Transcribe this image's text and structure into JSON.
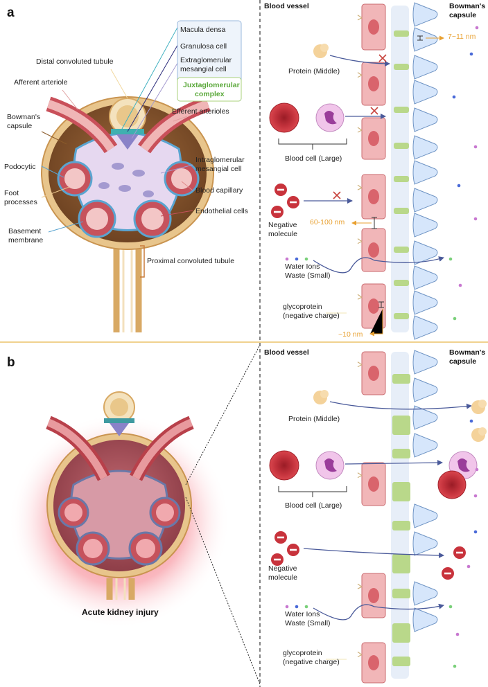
{
  "panels": {
    "a": "a",
    "b": "b"
  },
  "labels_a": {
    "macula_densa": "Macula densa",
    "granulosa_cell": "Granulosa cell",
    "extraglomerular_1": "Extraglomerular",
    "extraglomerular_2": "mesangial cell",
    "jg_1": "Juxtaglomerular",
    "jg_2": "complex",
    "distal_tubule": "Distal convoluted tubule",
    "afferent": "Afferent arteriole",
    "efferent": "Efferent arterioles",
    "bowman_1": "Bowman's",
    "bowman_2": "capsule",
    "podocytic": "Podocytic",
    "intraglomerular_1": "Intraglomerular",
    "intraglomerular_2": "mesangial cell",
    "blood_capillary": "Blood capillary",
    "foot_1": "Foot",
    "foot_2": "processes",
    "endothelial": "Endothelial cells",
    "basement_1": "Basement",
    "basement_2": "membrane",
    "proximal_tubule": "Proximal convoluted tubule"
  },
  "filtration": {
    "blood_vessel": "Blood vessel",
    "bowman_1": "Bowman's",
    "bowman_2": "capsule",
    "protein": "Protein (Middle)",
    "blood_cell": "Blood cell (Large)",
    "negative_1": "Negative",
    "negative_2": "molecule",
    "water_1": "Water Ions",
    "water_2": "Waste (Small)",
    "glyco_1": "glycoprotein",
    "glyco_2": "(negative charge)",
    "pore_size": "7~11 nm",
    "gap_size": "60-100 nm",
    "fenestra_size": "~10 nm"
  },
  "label_b": "Acute kidney injury",
  "colors": {
    "orange": "#e8a030",
    "green": "#5aa83a",
    "podocyte": "#d6e6fb",
    "podocyte_edge": "#6f94c4",
    "endothelial": "#f1b6b8",
    "nucleus": "#d9646c",
    "membrane": "#b9d88a",
    "arrow": "#4a5a9a",
    "cross": "#c8453e",
    "rbc": "#c8333c",
    "capsule": "#d8a964"
  }
}
